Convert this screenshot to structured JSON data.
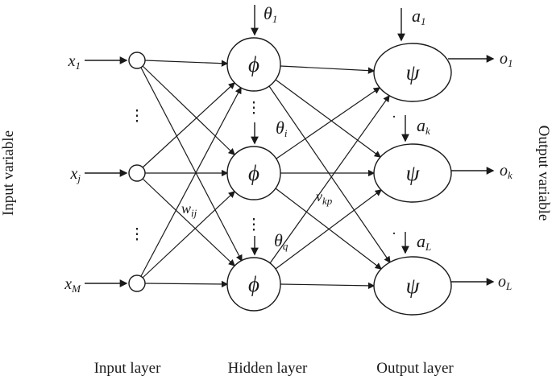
{
  "diagram": {
    "side_labels": {
      "left": "Input variable",
      "right": "Output variable"
    },
    "layer_labels": {
      "input": "Input layer",
      "hidden": "Hidden layer",
      "output": "Output layer"
    },
    "input_nodes": [
      {
        "main": "x",
        "sub": "1"
      },
      {
        "main": "x",
        "sub": "j"
      },
      {
        "main": "x",
        "sub": "M"
      }
    ],
    "hidden_nodes": {
      "symbol": "ϕ",
      "biases": [
        {
          "main": "θ",
          "sub": "1"
        },
        {
          "main": "θ",
          "sub": "i"
        },
        {
          "main": "θ",
          "sub": "q"
        }
      ]
    },
    "output_nodes": {
      "symbol": "ψ",
      "biases": [
        {
          "main": "a",
          "sub": "1"
        },
        {
          "main": "a",
          "sub": "k"
        },
        {
          "main": "a",
          "sub": "L"
        }
      ]
    },
    "outputs": [
      {
        "main": "o",
        "sub": "1"
      },
      {
        "main": "o",
        "sub": "k"
      },
      {
        "main": "o",
        "sub": "L"
      }
    ],
    "weights": {
      "input_hidden": {
        "main": "w",
        "sub": "ij"
      },
      "hidden_output": {
        "main": "v",
        "sub": "kp"
      }
    },
    "ellipsis": "⋮",
    "dot": "."
  },
  "colors": {
    "ink": "#1a1a1a",
    "background": "#ffffff"
  }
}
